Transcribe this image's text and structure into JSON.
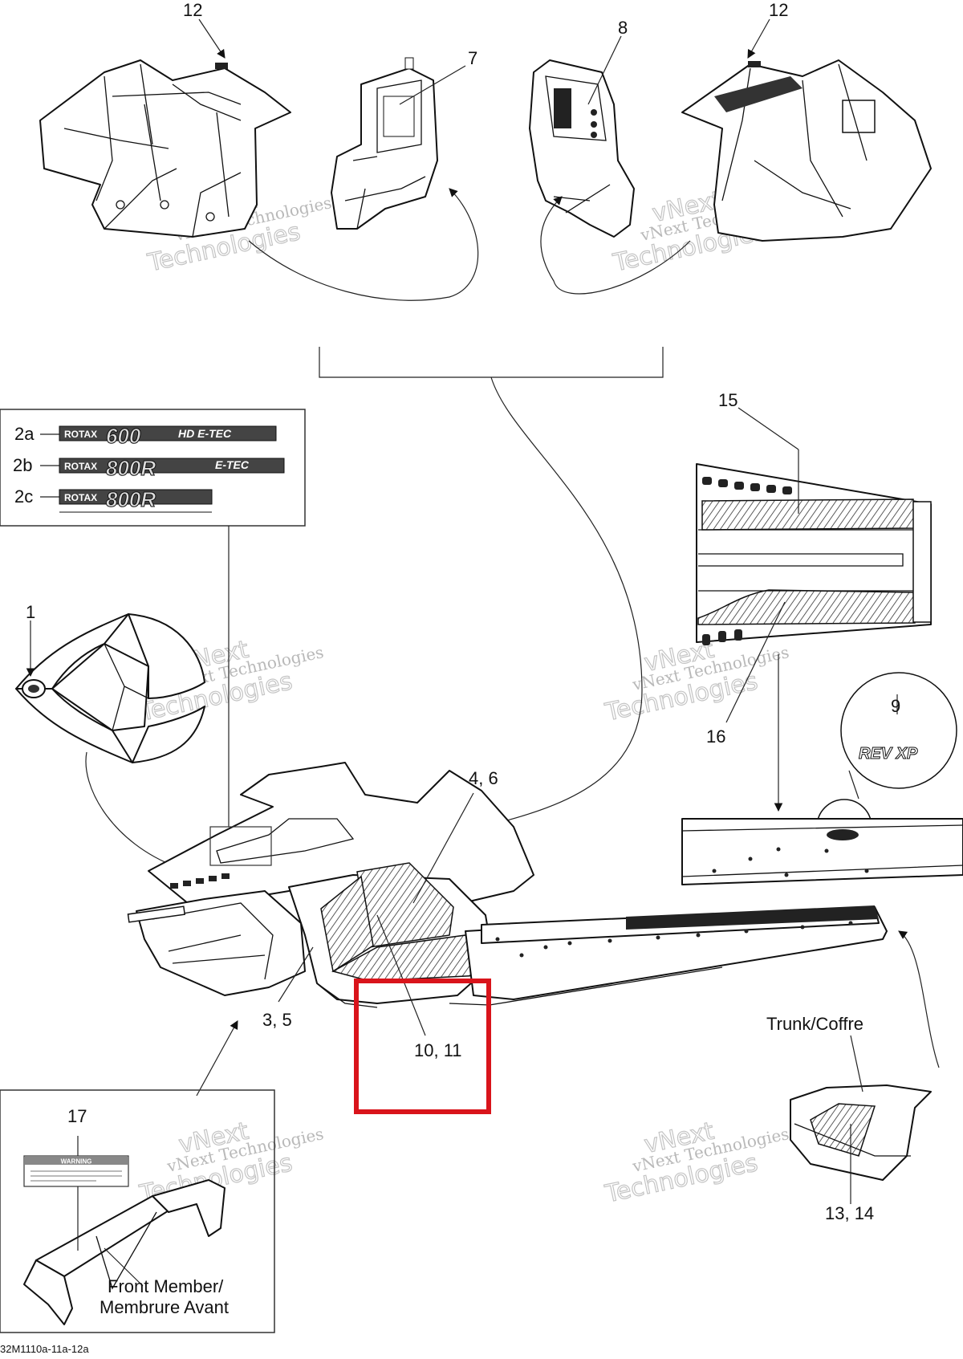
{
  "diagram": {
    "callouts": {
      "c12_left": "12",
      "c7": "7",
      "c8": "8",
      "c12_right": "12",
      "c15": "15",
      "c1": "1",
      "c16": "16",
      "c9": "9",
      "c4_6": "4, 6",
      "c3_5": "3, 5",
      "c10_11": "10, 11",
      "c17": "17",
      "c13_14": "13, 14"
    },
    "variants": {
      "v2a": "2a",
      "v2b": "2b",
      "v2c": "2c"
    },
    "decals": {
      "rotax_word": "ROTAX",
      "d600": "600",
      "hd_etec": "HD E-TEC",
      "d800r": "800R",
      "etec": "E-TEC",
      "revxp": "REV XP",
      "warning": "WARNING"
    },
    "labels": {
      "trunk": "Trunk/Coffre",
      "front_member_l1": "Front Member/",
      "front_member_l2": "Membrure Avant"
    },
    "watermark": {
      "line1": "vNext Technologies",
      "line2": "vNext",
      "line3": "Technologies"
    },
    "footer_code": "32M1110a-11a-12a",
    "highlight_color": "#d9141b"
  }
}
